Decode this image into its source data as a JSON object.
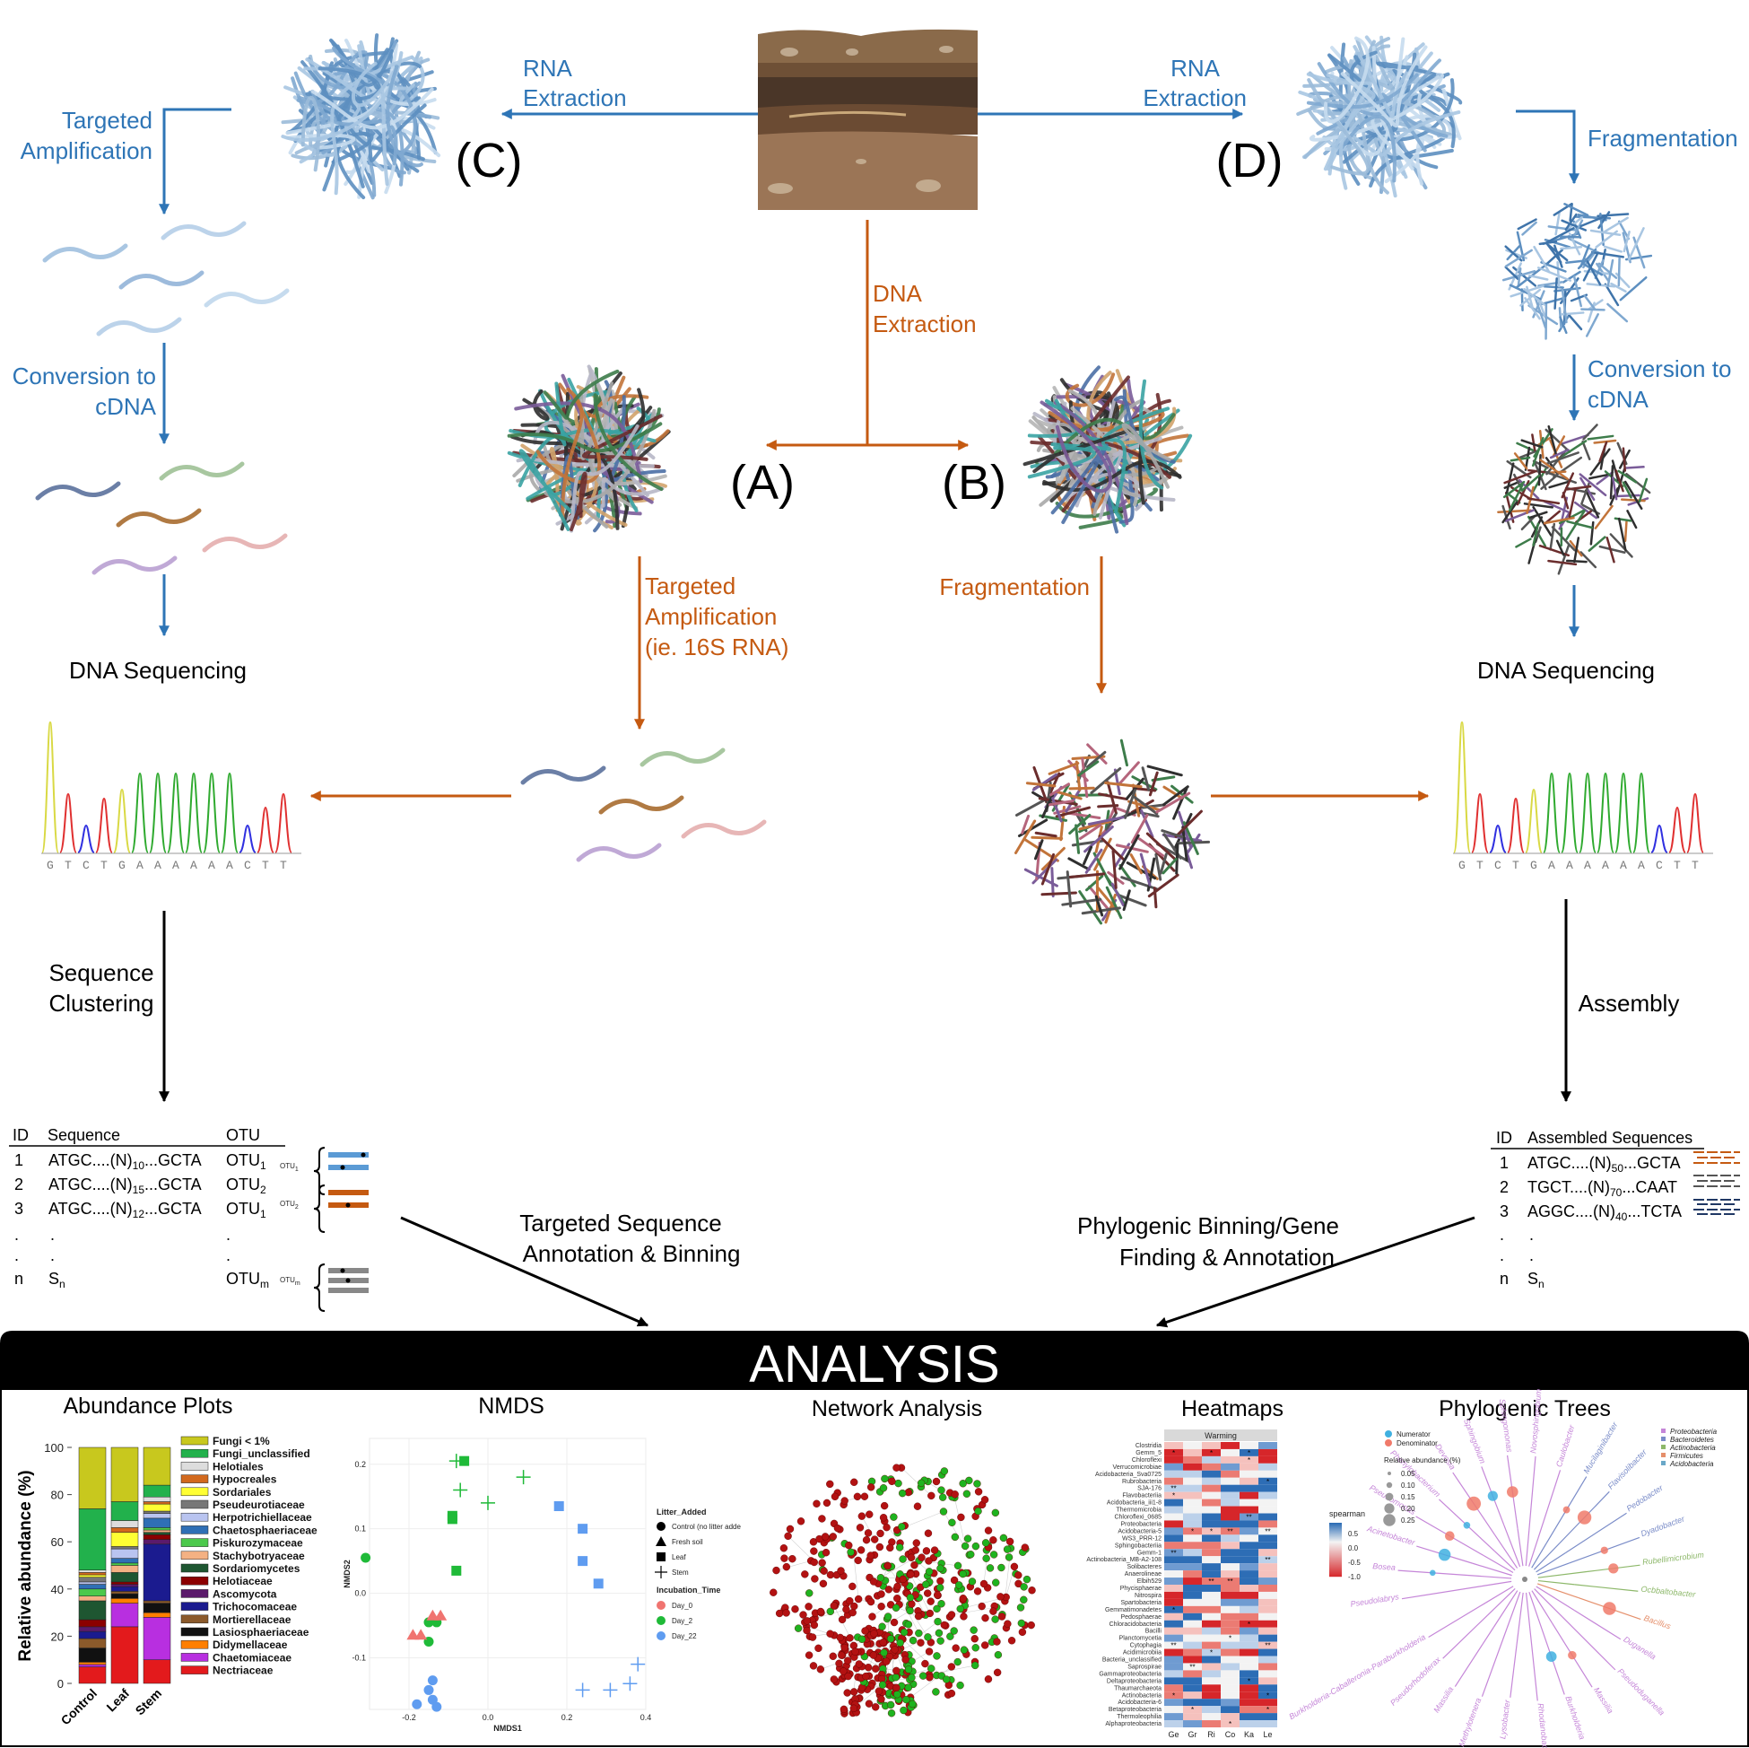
{
  "center_soil": {
    "label": ""
  },
  "labels": {
    "C": "(C)",
    "D": "(D)",
    "A": "(A)",
    "B": "(B)",
    "rna_extraction_left": [
      "RNA",
      "Extraction"
    ],
    "rna_extraction_right": [
      "RNA",
      "Extraction"
    ],
    "dna_extraction": [
      "DNA",
      "Extraction"
    ],
    "targeted_amplification_left": [
      "Targeted",
      "Amplification"
    ],
    "conversion_left": [
      "Conversion to",
      "cDNA"
    ],
    "fragmentation_right": "Fragmentation",
    "conversion_right": [
      "Conversion to",
      "cDNA"
    ],
    "targeted_amplification_A": [
      "Targeted",
      "Amplification",
      "(ie. 16S RNA)"
    ],
    "fragmentation_B": "Fragmentation",
    "dna_seq_left": "DNA Sequencing",
    "dna_seq_right": "DNA Sequencing",
    "sequence_clustering": [
      "Sequence",
      "Clustering"
    ],
    "assembly": "Assembly",
    "targeted_annotation": [
      "Targeted Sequence",
      "Annotation & Binning"
    ],
    "phylo_binning": [
      "Phylogenic Binning/Gene",
      "Finding & Annotation"
    ]
  },
  "chromatogram": {
    "sequence": [
      "G",
      "T",
      "C",
      "T",
      "G",
      "A",
      "A",
      "A",
      "A",
      "A",
      "A",
      "C",
      "T",
      "T"
    ]
  },
  "otu_table": {
    "headers": [
      "ID",
      "Sequence",
      "OTU"
    ],
    "rows": [
      {
        "id": "1",
        "seq_pre": "ATGC....(N)",
        "seq_sub": "10",
        "seq_post": "...GCTA",
        "otu": "OTU",
        "otu_sub": "1"
      },
      {
        "id": "2",
        "seq_pre": "ATGC....(N)",
        "seq_sub": "15",
        "seq_post": "...GCTA",
        "otu": "OTU",
        "otu_sub": "2"
      },
      {
        "id": "3",
        "seq_pre": "ATGC....(N)",
        "seq_sub": "12",
        "seq_post": "...GCTA",
        "otu": "OTU",
        "otu_sub": "1"
      }
    ],
    "last": {
      "id": "n",
      "seq": "S",
      "seq_sub": "n",
      "otu": "OTU",
      "otu_sub": "m"
    },
    "group_labels": [
      "OTU1",
      "OTU2",
      "OTUm"
    ]
  },
  "assembly_table": {
    "headers": [
      "ID",
      "Assembled Sequences"
    ],
    "rows": [
      {
        "id": "1",
        "pre": "ATGC....(N)",
        "sub": "50",
        "post": "...GCTA"
      },
      {
        "id": "2",
        "pre": "TGCT....(N)",
        "sub": "70",
        "post": "...CAAT"
      },
      {
        "id": "3",
        "pre": "AGGC....(N)",
        "sub": "40",
        "post": "...TCTA"
      }
    ],
    "last": {
      "id": "n",
      "seq": "S",
      "seq_sub": "n"
    }
  },
  "analysis": {
    "title": "ANALYSIS",
    "panels": [
      "Abundance Plots",
      "NMDS",
      "Network Analysis",
      "Heatmaps",
      "Phylogenic Trees"
    ]
  },
  "chart_data": [
    {
      "type": "bar",
      "title": "Abundance Plots",
      "ylabel": "Relative abundance (%)",
      "categories": [
        "Control",
        "Leaf",
        "Stem"
      ],
      "ylim": [
        0,
        100
      ],
      "yticks": [
        0,
        20,
        40,
        60,
        80,
        100
      ],
      "stacked": true,
      "series": [
        {
          "name": "Nectriaceae",
          "color": "#e31a1c",
          "values": [
            7,
            24,
            10
          ]
        },
        {
          "name": "Chaetomiaceae",
          "color": "#b82fe0",
          "values": [
            1,
            10,
            18
          ]
        },
        {
          "name": "Didymellaceae",
          "color": "#ff7f00",
          "values": [
            1,
            2,
            2
          ]
        },
        {
          "name": "Lasiosphaeriaceae",
          "color": "#111111",
          "values": [
            6,
            2,
            4
          ]
        },
        {
          "name": "Mortierellaceae",
          "color": "#8b5a2b",
          "values": [
            4,
            1,
            1
          ]
        },
        {
          "name": "Trichocomaceae",
          "color": "#1b1b8f",
          "values": [
            3,
            2,
            24
          ]
        },
        {
          "name": "Ascomycota",
          "color": "#5b1a6b",
          "values": [
            2,
            1,
            2
          ]
        },
        {
          "name": "Helotiaceae",
          "color": "#8b0000",
          "values": [
            3,
            1,
            2
          ]
        },
        {
          "name": "Sordariomycetes",
          "color": "#1e5631",
          "values": [
            8,
            4,
            1
          ]
        },
        {
          "name": "Stachybotryaceae",
          "color": "#f4b183",
          "values": [
            2,
            3,
            1
          ]
        },
        {
          "name": "Piskurozymaceae",
          "color": "#4cc94c",
          "values": [
            3,
            1,
            1
          ]
        },
        {
          "name": "Chaetosphaeriaceae",
          "color": "#2f6fb5",
          "values": [
            2,
            2,
            4
          ]
        },
        {
          "name": "Herpotrichiellaceae",
          "color": "#b9c4f0",
          "values": [
            1,
            4,
            2
          ]
        },
        {
          "name": "Pseudeurotiaceae",
          "color": "#777777",
          "values": [
            2,
            1,
            1
          ]
        },
        {
          "name": "Sordariales",
          "color": "#ffff33",
          "values": [
            1,
            6,
            3
          ]
        },
        {
          "name": "Hypocreales",
          "color": "#d2691e",
          "values": [
            1,
            2,
            1
          ]
        },
        {
          "name": "Helotiales",
          "color": "#dddddd",
          "values": [
            1,
            3,
            2
          ]
        },
        {
          "name": "Fungi_unclassified",
          "color": "#22b14c",
          "values": [
            26,
            8,
            5
          ]
        },
        {
          "name": "Fungi < 1%",
          "color": "#c8c81e",
          "values": [
            26,
            23,
            16
          ]
        }
      ]
    },
    {
      "type": "scatter",
      "title": "NMDS",
      "xlabel": "NMDS1",
      "ylabel": "NMDS2",
      "xlim": [
        -0.3,
        0.4
      ],
      "ylim": [
        -0.18,
        0.24
      ],
      "xticks": [
        -0.2,
        0.0,
        0.2,
        0.4
      ],
      "yticks": [
        -0.1,
        0.0,
        0.1,
        0.2
      ],
      "legend": {
        "shape_title": "Litter_Added",
        "shapes": [
          "Control (no litter adde",
          "Fresh soil",
          "Leaf",
          "Stem"
        ],
        "color_title": "Incubation_Time",
        "colors": [
          {
            "name": "Day_0",
            "color": "#f07470"
          },
          {
            "name": "Day_2",
            "color": "#1fba38"
          },
          {
            "name": "Day_22",
            "color": "#5f9cf0"
          }
        ]
      },
      "points": [
        {
          "x": -0.31,
          "y": 0.055,
          "shape": "circle",
          "time": "Day_2"
        },
        {
          "x": -0.06,
          "y": 0.205,
          "shape": "square",
          "time": "Day_2"
        },
        {
          "x": -0.09,
          "y": 0.12,
          "shape": "square",
          "time": "Day_2"
        },
        {
          "x": -0.09,
          "y": 0.115,
          "shape": "square",
          "time": "Day_2"
        },
        {
          "x": -0.08,
          "y": 0.035,
          "shape": "square",
          "time": "Day_2"
        },
        {
          "x": -0.08,
          "y": 0.205,
          "shape": "cross",
          "time": "Day_2"
        },
        {
          "x": -0.07,
          "y": 0.16,
          "shape": "cross",
          "time": "Day_2"
        },
        {
          "x": 0.0,
          "y": 0.14,
          "shape": "cross",
          "time": "Day_2"
        },
        {
          "x": 0.09,
          "y": 0.18,
          "shape": "cross",
          "time": "Day_2"
        },
        {
          "x": -0.15,
          "y": -0.045,
          "shape": "circle",
          "time": "Day_2"
        },
        {
          "x": -0.13,
          "y": -0.045,
          "shape": "circle",
          "time": "Day_2"
        },
        {
          "x": -0.15,
          "y": -0.075,
          "shape": "circle",
          "time": "Day_2"
        },
        {
          "x": -0.19,
          "y": -0.065,
          "shape": "triangle",
          "time": "Day_0"
        },
        {
          "x": -0.17,
          "y": -0.065,
          "shape": "triangle",
          "time": "Day_0"
        },
        {
          "x": -0.14,
          "y": -0.035,
          "shape": "triangle",
          "time": "Day_0"
        },
        {
          "x": -0.12,
          "y": -0.035,
          "shape": "triangle",
          "time": "Day_0"
        },
        {
          "x": 0.18,
          "y": 0.135,
          "shape": "square",
          "time": "Day_22"
        },
        {
          "x": 0.24,
          "y": 0.1,
          "shape": "square",
          "time": "Day_22"
        },
        {
          "x": 0.24,
          "y": 0.05,
          "shape": "square",
          "time": "Day_22"
        },
        {
          "x": 0.28,
          "y": 0.015,
          "shape": "square",
          "time": "Day_22"
        },
        {
          "x": -0.14,
          "y": -0.135,
          "shape": "circle",
          "time": "Day_22"
        },
        {
          "x": -0.15,
          "y": -0.15,
          "shape": "circle",
          "time": "Day_22"
        },
        {
          "x": -0.14,
          "y": -0.165,
          "shape": "circle",
          "time": "Day_22"
        },
        {
          "x": -0.18,
          "y": -0.172,
          "shape": "circle",
          "time": "Day_22"
        },
        {
          "x": -0.13,
          "y": -0.176,
          "shape": "circle",
          "time": "Day_22"
        },
        {
          "x": 0.38,
          "y": -0.11,
          "shape": "cross",
          "time": "Day_22"
        },
        {
          "x": 0.36,
          "y": -0.14,
          "shape": "cross",
          "time": "Day_22"
        },
        {
          "x": 0.31,
          "y": -0.15,
          "shape": "cross",
          "time": "Day_22"
        },
        {
          "x": 0.24,
          "y": -0.15,
          "shape": "cross",
          "time": "Day_22"
        }
      ]
    },
    {
      "type": "heatmap",
      "title": "Heatmaps",
      "facet": "Warming",
      "legend_title": "spearman",
      "legend_ticks": [
        "0.5",
        "0.0",
        "-0.5",
        "-1.0"
      ],
      "columns": [
        "Ge",
        "Gr",
        "Ri",
        "Co",
        "Ka",
        "Le"
      ],
      "rows": [
        "Clostridia",
        "Gemm_5",
        "Chloroflexi",
        "Verrucomicrobiae",
        "Acidobacteria_Sva0725",
        "Rubrobacteria",
        "SJA-176",
        "Flavobacteriia",
        "Acidobacteria_iii1-8",
        "Thermomicrobia",
        "Chloroflexi_0685",
        "Proteobacteria",
        "Acidobacteria-5",
        "WS3_PRR-12",
        "Sphingobacteriia",
        "Gemm-1",
        "Actinobacteria_MB-A2-108",
        "Solibacteres",
        "Anaerolineae",
        "Elbih529",
        "Phycisphaerae",
        "Nitrospira",
        "Spartobacteria",
        "Gemmatimonadetes",
        "Pedosphaerae",
        "Chloracidobacteria",
        "Bacilli",
        "Planctomycetia",
        "Cytophagia",
        "Acidimicrobiia",
        "Bacteria_unclassified",
        "Saprospirae",
        "Gammaproteobacteria",
        "Deltaproteobacteria",
        "Thaumarchaeota",
        "Actinobacteria",
        "Acidobacteria-6",
        "Betaproteobacteria",
        "Thermoleophilia",
        "Alphaproteobacteria"
      ]
    },
    {
      "type": "other",
      "title": "Phylogenic Trees",
      "legend": {
        "size_title": "Relative abundance (%)",
        "sizes": [
          "0.05",
          "0.10",
          "0.15",
          "0.20",
          "0.25"
        ],
        "groups": [
          {
            "name": "Numerator",
            "color": "#40b0e0"
          },
          {
            "name": "Denominator",
            "color": "#f07a6a"
          }
        ],
        "phyla": [
          {
            "name": "Proteobacteria",
            "color": "#c586d8"
          },
          {
            "name": "Bacteroidetes",
            "color": "#7a8cc8"
          },
          {
            "name": "Actinobacteria",
            "color": "#8db86a"
          },
          {
            "name": "Firmicutes",
            "color": "#e58f6b"
          },
          {
            "name": "Acidobacteria",
            "color": "#6aa8c8"
          }
        ]
      },
      "leaves": [
        "Pseudolabrys",
        "Bosea",
        "Acinetobacter",
        "Pseudomonas",
        "Phenylobacterium",
        "Devosia",
        "Sphingobium",
        "Sphingomonas",
        "Novosphingobium",
        "Caulobacter",
        "Mucilaginibacter",
        "Flavisolibacter",
        "Pedobacter",
        "Dyadobacter",
        "Rubellimicrobium",
        "Ocbbaltobacter",
        "Bacillus",
        "Duganella",
        "Pseudoduganella",
        "Massilia",
        "Burkholderia",
        "Rhodanobacter",
        "Lysobacter",
        "Methylotenera",
        "Massilia",
        "Pseudorhodoferax",
        "Burkholderia-Caballeronia-Paraburkholderia"
      ]
    }
  ]
}
